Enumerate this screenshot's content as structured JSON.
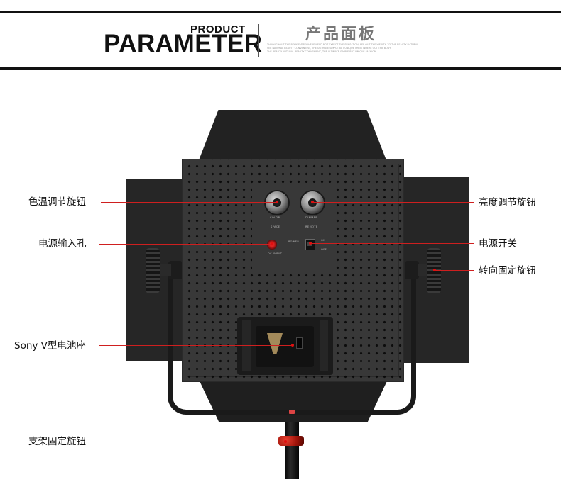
{
  "header": {
    "product_word": "PRODUCT",
    "parameter_word": "PARAMETER",
    "chinese_title": "产品面板",
    "subtitle_lines": [
      "THROUGHOUT THE BODY EVERYWHERE NEED NOT EXPECT THE SENSATION, SEE OUT THE WEALTH TO THE BEAUTY NATURAL",
      "SEE NATURAL BEAUTY CONVENIENT, THE ULTIMATE SIMPLE BUT UNIQUE THEIR WHERE OUT THE BODY",
      "THE BEAUTY NATURAL BEAUTY CONVENIENT, THE ULTIMATE SIMPLE BUT UNIQUE FASHION"
    ]
  },
  "panel_labels": {
    "color": "COLOR",
    "dimmer": "DIMMER",
    "space": "SPACE",
    "remote": "REMOTE",
    "power": "POWER",
    "dc_input": "DC INPUT",
    "on": "ON",
    "off": "OFF"
  },
  "callouts": {
    "color_temp_knob": "色温调节旋钮",
    "brightness_knob": "亮度调节旋钮",
    "power_input": "电源输入孔",
    "power_switch": "电源开关",
    "rotation_knob": "转向固定旋钮",
    "battery_mount": "Sony V型电池座",
    "stand_knob": "支架固定旋钮"
  },
  "colors": {
    "leader_line": "#cf1f1f",
    "header_rule": "#111111",
    "panel": "#383838"
  }
}
